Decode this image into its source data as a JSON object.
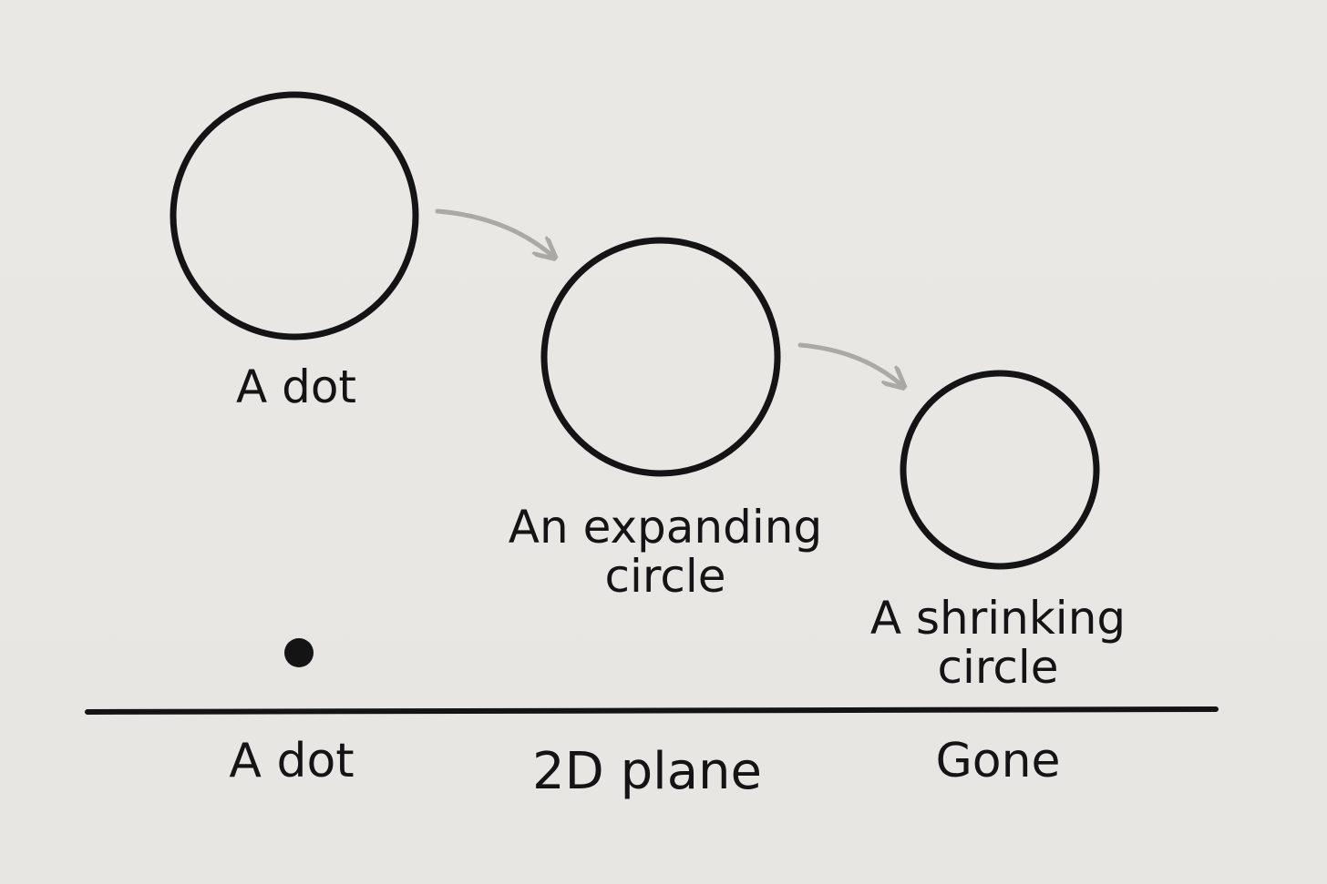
{
  "labels": {
    "dot_top": "A dot",
    "expanding": "An expanding\ncircle",
    "shrinking": "A shrinking\ncircle",
    "dot_bottom": "A dot",
    "plane": "2D plane",
    "gone": "Gone"
  },
  "colors": {
    "background": "#e9e7e3",
    "stroke": "#141414",
    "arrow": "#a9a9a6"
  }
}
